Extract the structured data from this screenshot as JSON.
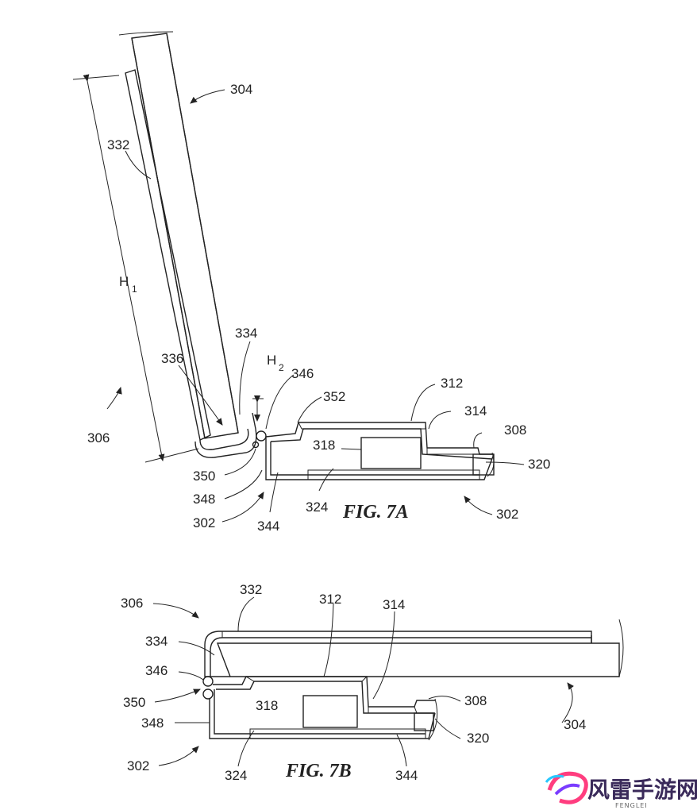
{
  "figures": [
    {
      "caption": "FIG. 7A"
    },
    {
      "caption": "FIG. 7B"
    }
  ],
  "fig7a_labels": {
    "l304": "304",
    "l332": "332",
    "lH1": "H",
    "lH1sub": "1",
    "l334": "334",
    "l336": "336",
    "lH2": "H",
    "lH2sub": "2",
    "l346": "346",
    "l352": "352",
    "l312": "312",
    "l314": "314",
    "l308": "308",
    "l318": "318",
    "l320": "320",
    "l306": "306",
    "l350": "350",
    "l348": "348",
    "l302": "302",
    "l344": "344",
    "l324": "324",
    "l302b": "302"
  },
  "fig7b_labels": {
    "l306": "306",
    "l332": "332",
    "l312": "312",
    "l314": "314",
    "l334": "334",
    "l346": "346",
    "l350": "350",
    "l318": "318",
    "l308": "308",
    "l348": "348",
    "l304": "304",
    "l320": "320",
    "l302": "302",
    "l324": "324",
    "l344": "344"
  },
  "watermark": {
    "text": "风雷手游网",
    "sub": "FENGLEI",
    "colors": [
      "#ff3d7f",
      "#7a3cff",
      "#28c8ff"
    ]
  }
}
